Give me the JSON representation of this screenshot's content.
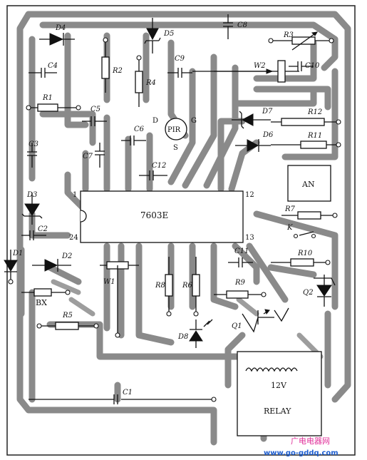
{
  "ic": {
    "name": "7603E",
    "pin1": "1",
    "pin12": "12",
    "pin13": "13",
    "pin24": "24"
  },
  "components": {
    "d4": "D4",
    "d5": "D5",
    "d7": "D7",
    "d6": "D6",
    "d3": "D3",
    "d1": "D1",
    "d2": "D2",
    "d8": "D8",
    "c8": "C8",
    "c4": "C4",
    "c9": "C9",
    "c10": "C10",
    "c5": "C5",
    "c6": "C6",
    "c7": "C7",
    "c3": "C3",
    "c2": "C2",
    "c12": "C12",
    "c11": "C11",
    "c1": "C1",
    "r3": "R3",
    "r2": "R2",
    "r4": "R4",
    "r1": "R1",
    "r12": "R12",
    "r11": "R11",
    "r7": "R7",
    "r10": "R10",
    "r8": "R8",
    "r6": "R6",
    "r9": "R9",
    "r5": "R5",
    "w1": "W1",
    "w2": "W2",
    "pir": "PIR",
    "pir_d": "D",
    "pir_g": "G",
    "pir_s": "S",
    "an": "AN",
    "k": "K",
    "bx": "BX",
    "q1": "Q1",
    "q2": "Q2",
    "relay_v": "12V",
    "relay": "RELAY"
  },
  "watermark": {
    "brand": "广电电器网",
    "url": "www.go-gddq.com"
  }
}
